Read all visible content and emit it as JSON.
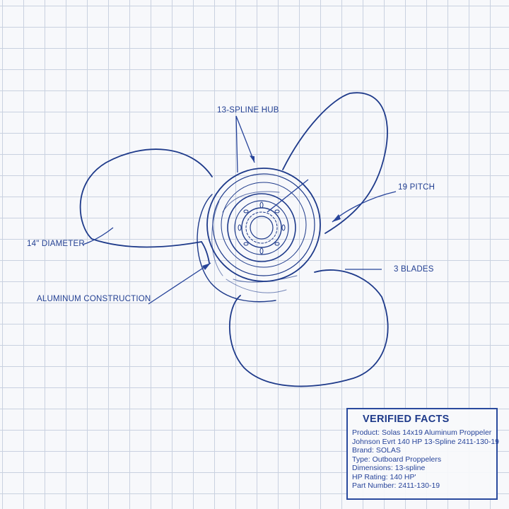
{
  "callouts": {
    "hub": "13-SPLINE HUB",
    "pitch": "19 PITCH",
    "diameter": "14\" DIAMETER",
    "blades": "3 BLADES",
    "construction": "ALUMINUM CONSTRUCTION"
  },
  "facts": {
    "title": "VERIFIED FACTS",
    "lines": [
      "Product: Solas 14x19 Aluminum Proppeler",
      "Johnson Evrt 140 HP 13-Spline 2411-130-19",
      "Brand: SOLAS",
      "Type: Outboard Proppelers",
      "Dimensions: 13-spline",
      "HP Rating: 140 HP'",
      "Part Number: 2411-130-19"
    ]
  },
  "colors": {
    "ink": "#1e3a8a",
    "grid": "#c9d1e0",
    "paper": "#f7f8fb"
  }
}
